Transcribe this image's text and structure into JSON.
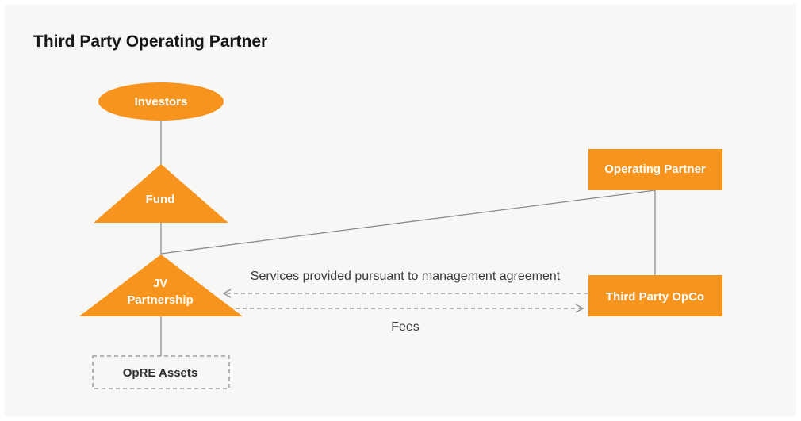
{
  "diagram": {
    "title": "Third Party Operating Partner",
    "colors": {
      "node_fill": "#f7941d",
      "line": "#8c8c8c",
      "background": "#f7f7f5"
    },
    "nodes": {
      "investors": {
        "label": "Investors",
        "shape": "ellipse"
      },
      "fund": {
        "label": "Fund",
        "shape": "triangle"
      },
      "jv_partnership": {
        "label_line1": "JV",
        "label_line2": "Partnership",
        "shape": "triangle"
      },
      "opre_assets": {
        "label": "OpRE Assets",
        "shape": "dashed-rectangle"
      },
      "operating_partner": {
        "label": "Operating Partner",
        "shape": "rectangle"
      },
      "third_party_opco": {
        "label": "Third Party OpCo",
        "shape": "rectangle"
      }
    },
    "edges": {
      "services": {
        "label": "Services provided pursuant to management agreement",
        "from": "third_party_opco",
        "to": "jv_partnership",
        "style": "dashed-arrow"
      },
      "fees": {
        "label": "Fees",
        "from": "jv_partnership",
        "to": "third_party_opco",
        "style": "dashed-arrow"
      }
    }
  }
}
